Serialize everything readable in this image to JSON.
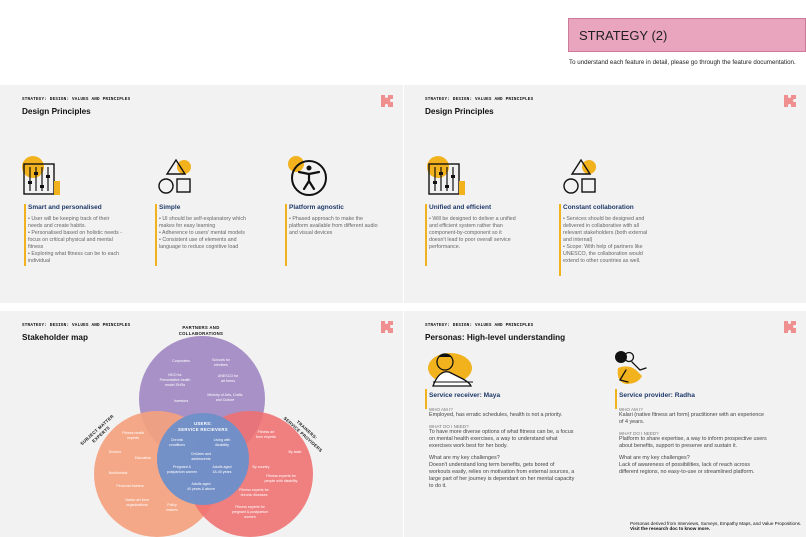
{
  "header": {
    "title": "STRATEGY (2)",
    "subtitle": "To understand each feature in detail, please go through the feature documentation."
  },
  "panels": {
    "principles_1": {
      "eyebrow": "STRATEGY: DESIGN: VALUES AND PRINCIPLES",
      "title": "Design Principles",
      "items": [
        {
          "icon": "sliders-icon",
          "title": "Smart and personalised",
          "lines": [
            "• User will be keeping track of their",
            "needs and create habits.",
            "• Personalised based on holistic needs -",
            "focus on critical physical and mental",
            "fitness",
            "• Exploring what fitness can be to each",
            "individual"
          ]
        },
        {
          "icon": "shapes-icon",
          "title": "Simple",
          "lines": [
            "• UI should be self-explanatory which",
            "makes for easy learning",
            "• Adherence to users' mental models",
            "• Consistent use of elements and",
            "language to reduce cognitive load"
          ]
        },
        {
          "icon": "accessibility-icon",
          "title": "Platform agnostic",
          "lines": [
            "• Phased approach to make the",
            "platform available from different audio",
            "and visual devices"
          ]
        }
      ]
    },
    "principles_2": {
      "eyebrow": "STRATEGY: DESIGN: VALUES AND PRINCIPLES",
      "title": "Design Principles",
      "items": [
        {
          "icon": "sliders-icon",
          "title": "Unified and efficient",
          "lines": [
            "• Will be designed to deliver a unified",
            "and efficient system rather than",
            "component-by-component so it",
            "doesn't lead to poor overall service",
            "performance."
          ]
        },
        {
          "icon": "shapes-icon",
          "title": "Constant collaboration",
          "lines": [
            "• Services should be designed and",
            "delivered in collaborative with all",
            "relevant stakeholders (both external",
            "and internal)",
            "• Scope: With help of partners like",
            "UNESCO, the collaboration would",
            "extend to other countries as well."
          ]
        }
      ]
    },
    "stakeholder": {
      "eyebrow": "STRATEGY: DESIGN: VALUES AND PRINCIPLES",
      "title": "Stakeholder map",
      "labels": {
        "partners": [
          "PARTNERS AND",
          "COLLABORATIONS"
        ],
        "sme": [
          "SUBJECT MATTER",
          "EXPERTS"
        ],
        "trainers": [
          "TRAINERS:",
          "SERVICE PROVIDERS"
        ],
        "users": [
          "USERS:",
          "SERVICE RECIEVERS"
        ]
      },
      "purple": [
        "Corporates",
        "Schools for",
        "electives",
        "NGO for",
        "Preventative health",
        "model SHGs",
        "UNESCO for",
        "art forms",
        "Investors",
        "Ministry of Arts, Crafts",
        "and Culture"
      ],
      "orange": [
        "Fitness health",
        "experts",
        "Doctors",
        "Educators",
        "Nutritionists",
        "Personal trainers",
        "Native art form",
        "organisations",
        "Policy",
        "makers"
      ],
      "red": [
        "Fitness art",
        "form experts",
        "By state",
        "By country",
        "Fitness experts for",
        "people with disability",
        "Fitness experts for",
        "chronic diseases",
        "Fitness experts for",
        "pregnant & postpartum",
        "women"
      ],
      "blue": [
        "Chronic",
        "conditions",
        "Living with",
        "disability",
        "Children and",
        "adolescents",
        "Pregnant &",
        "postpartum women",
        "Adults aged",
        "18-40 years",
        "Adults aged",
        "40 years & above"
      ]
    },
    "personas": {
      "eyebrow": "STRATEGY: DESIGN: VALUES AND PRINCIPLES",
      "title": "Personas: High-level understanding",
      "maya": {
        "name": "Service receiver: Maya",
        "who_label": "WHO AM I?",
        "who": "Employed, has erratic schedules, health is not a priority.",
        "need_label": "WHAT DO I NEED?",
        "need": [
          "To have more diverse options of what fitness can be, a focus",
          "on mental health exercises, a way to understand what",
          "exercises work best for her body."
        ],
        "challenge_label": "What are my key challenges?",
        "challenge": [
          "Doesn't understand long term benefits, gets bored of",
          "workouts easily, relies on motivation from external sources, a",
          "large part of her journey is dependant on her mental capacity",
          "to do it."
        ]
      },
      "radha": {
        "name": "Service provider: Radha",
        "who_label": "WHO AM I?",
        "who": [
          "Kalari (native fitness art form) practitioner with an experience",
          "of 4 years."
        ],
        "need_label": "WHAT DO I NEED?",
        "need": [
          "Platform to share expertise, a way to inform prospective users",
          "about benefits, support to preserve and sustain it."
        ],
        "challenge_label": "What are my key challenges?",
        "challenge": [
          "Lack of awareness of possibilities, lack of reach across",
          "different regions, no easy-to-use or streamlined platform."
        ]
      },
      "footnote_1": "Personas derived from Interviews, Surveys, Empathy Maps, and Value Propositions.",
      "footnote_2": "Visit the research doc to know more."
    }
  },
  "colors": {
    "accent": "#f2b21d",
    "title_pink": "#e8a5bd",
    "puzzle": "#ef8f8f",
    "heading_blue": "#1f3a6b",
    "venn_purple": "#a38bc4",
    "venn_orange": "#f4a27f",
    "venn_red": "#ef6f6f",
    "venn_blue": "#6e8fc9"
  }
}
